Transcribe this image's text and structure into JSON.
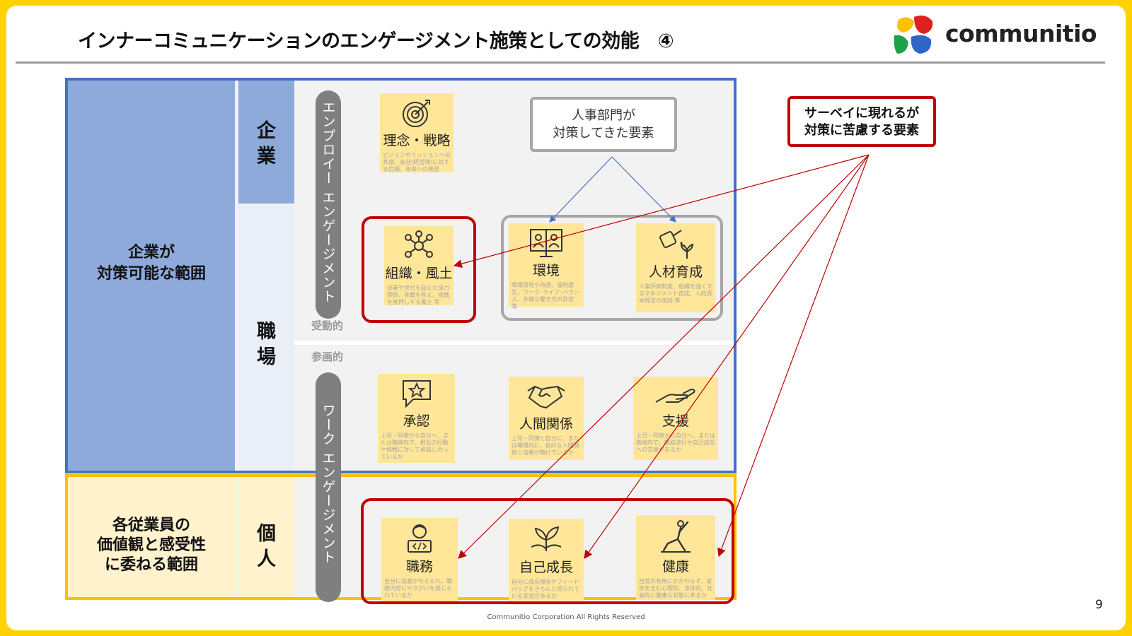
{
  "title": "インナーコミュニケーションのエンゲージメント施策としての効能　④",
  "logo": {
    "word": "communitio"
  },
  "left_labels": {
    "company_range": "企業が\n対策可能な範囲",
    "individual_range": "各従業員の\n価値観と感受性\nに委ねる範囲"
  },
  "level_labels": {
    "company": "企\n業",
    "workplace": "職\n場",
    "individual": "個\n人"
  },
  "bars": {
    "employee": "エンプロイー エンゲージメント",
    "work": "ワーク エンゲージメント"
  },
  "modes": {
    "passive": "受動的",
    "active": "参画的"
  },
  "hr_box": "人事部門が\n対策してきた要素",
  "survey_box": "サーベイに現れるが\n対策に苦慮する要素",
  "cards": {
    "vision": {
      "icon": "target-icon",
      "title": "理念・戦略",
      "desc": "ビジョンやミッションへの共感、会社(経営陣)に対する信頼、未来への希望"
    },
    "culture": {
      "icon": "network-icon",
      "title": "組織・風土",
      "desc": "部署や世代を超えた協力関係、挑戦を称え、挑戦を後押しする風土 等"
    },
    "environment": {
      "icon": "video-meeting-icon",
      "title": "環境",
      "desc": "職場環境や待遇、福利厚生、ワーク･ライフ･バランス、多様な働き方の許容 等"
    },
    "talent": {
      "icon": "watering-can-icon",
      "title": "人材育成",
      "desc": "人事評価制度、組織を強くするマネジメント育成、人的資本経営の実践 等"
    },
    "recognition": {
      "icon": "star-bubble-icon",
      "title": "承認",
      "desc": "上司・同僚から自分へ、または職場内で、相互の行動や挑戦に対して承認し合っているか"
    },
    "relations": {
      "icon": "handshake-icon",
      "title": "人間関係",
      "desc": "上司・同僚と自分に、または職場内に、良好な人間関係と信頼が築けているか"
    },
    "support": {
      "icon": "helping-hand-icon",
      "title": "支援",
      "desc": "上司・同僚から自分へ、または職場内で、職務遂行や自己成長への支援があるか"
    },
    "job": {
      "icon": "developer-icon",
      "title": "職務",
      "desc": "自分に裁量が与えられ、職務内容にやりがいを感じられているか"
    },
    "growth": {
      "icon": "sprout-icon",
      "title": "自己成長",
      "desc": "自分に成長機会やフィードバックをきちんと得られている実感があるか"
    },
    "health": {
      "icon": "yoga-icon",
      "title": "健康",
      "desc": "自覚の有無にかかわらず、家族を含む心理的、身体的、社会的に健康な状態にあるか"
    }
  },
  "footer": "Communitio Corporation All Rights Reserved",
  "page_number": "9",
  "colors": {
    "frame_blue": "#4472c4",
    "frame_yellow": "#ffc000",
    "accent_red": "#c00000",
    "card": "#ffe699",
    "band_blue": "#8eaadb"
  }
}
